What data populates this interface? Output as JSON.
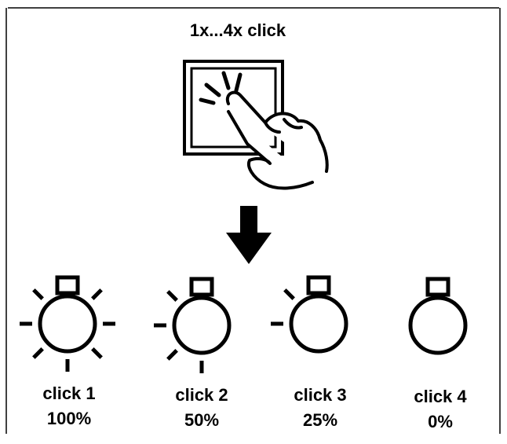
{
  "title": "1x...4x click",
  "icons": {
    "switch": "wall-switch-icon",
    "hand": "pointing-hand-icon",
    "arrow": "down-arrow-icon",
    "bulb": "light-bulb-icon"
  },
  "steps": [
    {
      "label": "click 1",
      "percent": "100%",
      "brightness": 1.0
    },
    {
      "label": "click 2",
      "percent": "50%",
      "brightness": 0.5
    },
    {
      "label": "click 3",
      "percent": "25%",
      "brightness": 0.25
    },
    {
      "label": "click 4",
      "percent": "0%",
      "brightness": 0.0
    }
  ]
}
